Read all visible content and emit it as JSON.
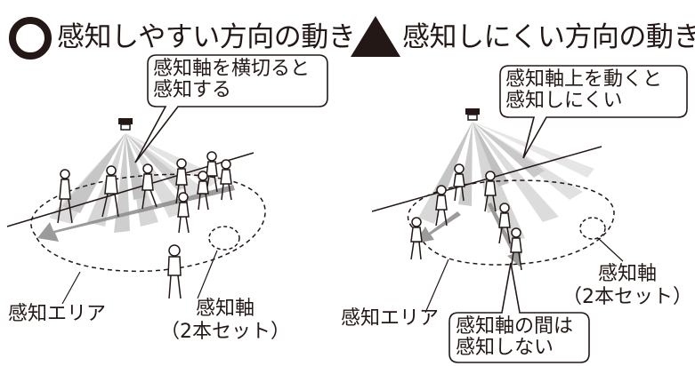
{
  "left_panel": {
    "heading": "感知しやすい方向の動き",
    "callout_line1": "感知軸を横切ると",
    "callout_line2": "感知する",
    "area_label": "感知エリア",
    "axis_label_line1": "感知軸",
    "axis_label_line2": "（2本セット）"
  },
  "right_panel": {
    "heading": "感知しにくい方向の動き",
    "callout_line1": "感知軸上を動くと",
    "callout_line2": "感知しにくい",
    "axis_label_line1": "感知軸",
    "axis_label_line2": "（2本セット）",
    "area_label": "感知エリア",
    "gap_callout_line1": "感知軸の間は",
    "gap_callout_line2": "感知しない"
  },
  "colors": {
    "ink": "#231815",
    "beam_light": "#d3d3d3",
    "beam_mid": "#b5b5b5",
    "arrow": "#7f7f7f"
  },
  "icons": {
    "good_mark": "circle-icon",
    "bad_mark": "triangle-icon",
    "sensor": "ceiling-sensor-icon",
    "person": "walking-person-icon"
  }
}
